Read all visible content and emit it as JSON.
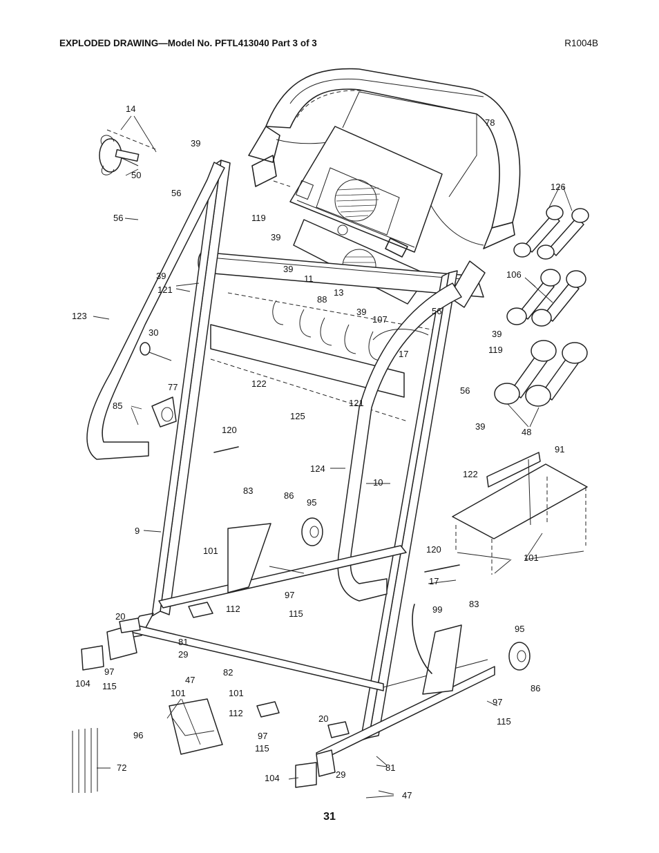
{
  "header": {
    "title": "EXPLODED DRAWING—Model No. PFTL413040 Part 3 of 3",
    "code": "R1004B"
  },
  "page_number": "31",
  "callouts": [
    {
      "id": "c14a",
      "label": "14"
    },
    {
      "id": "c50",
      "label": "50"
    },
    {
      "id": "c39a",
      "label": "39"
    },
    {
      "id": "c56a",
      "label": "56"
    },
    {
      "id": "c56b",
      "label": "56"
    },
    {
      "id": "c119a",
      "label": "119"
    },
    {
      "id": "c39b",
      "label": "39"
    },
    {
      "id": "c39c",
      "label": "39"
    },
    {
      "id": "c11",
      "label": "11"
    },
    {
      "id": "c13",
      "label": "13"
    },
    {
      "id": "c39d",
      "label": "39"
    },
    {
      "id": "c121a",
      "label": "121"
    },
    {
      "id": "c88",
      "label": "88"
    },
    {
      "id": "c39e",
      "label": "39"
    },
    {
      "id": "c107",
      "label": "107"
    },
    {
      "id": "c56c",
      "label": "56"
    },
    {
      "id": "c39f",
      "label": "39"
    },
    {
      "id": "c17a",
      "label": "17"
    },
    {
      "id": "c119b",
      "label": "119"
    },
    {
      "id": "c78",
      "label": "78"
    },
    {
      "id": "c126",
      "label": "126"
    },
    {
      "id": "c106",
      "label": "106"
    },
    {
      "id": "c48",
      "label": "48"
    },
    {
      "id": "c123",
      "label": "123"
    },
    {
      "id": "c30",
      "label": "30"
    },
    {
      "id": "c77",
      "label": "77"
    },
    {
      "id": "c85",
      "label": "85"
    },
    {
      "id": "c122a",
      "label": "122"
    },
    {
      "id": "c125",
      "label": "125"
    },
    {
      "id": "c121b",
      "label": "121"
    },
    {
      "id": "c56d",
      "label": "56"
    },
    {
      "id": "c39g",
      "label": "39"
    },
    {
      "id": "c120a",
      "label": "120"
    },
    {
      "id": "c124",
      "label": "124"
    },
    {
      "id": "c10",
      "label": "10"
    },
    {
      "id": "c122b",
      "label": "122"
    },
    {
      "id": "c91",
      "label": "91"
    },
    {
      "id": "c83a",
      "label": "83"
    },
    {
      "id": "c86a",
      "label": "86"
    },
    {
      "id": "c95a",
      "label": "95"
    },
    {
      "id": "c9",
      "label": "9"
    },
    {
      "id": "c101a",
      "label": "101"
    },
    {
      "id": "c97a",
      "label": "97"
    },
    {
      "id": "c112a",
      "label": "112"
    },
    {
      "id": "c115a",
      "label": "115"
    },
    {
      "id": "c120b",
      "label": "120"
    },
    {
      "id": "c17b",
      "label": "17"
    },
    {
      "id": "c99",
      "label": "99"
    },
    {
      "id": "c83b",
      "label": "83"
    },
    {
      "id": "c101b",
      "label": "101"
    },
    {
      "id": "c20a",
      "label": "20"
    },
    {
      "id": "c81a",
      "label": "81"
    },
    {
      "id": "c29a",
      "label": "29"
    },
    {
      "id": "c97b",
      "label": "97"
    },
    {
      "id": "c104a",
      "label": "104"
    },
    {
      "id": "c115b",
      "label": "115"
    },
    {
      "id": "c47a",
      "label": "47"
    },
    {
      "id": "c82",
      "label": "82"
    },
    {
      "id": "c95b",
      "label": "95"
    },
    {
      "id": "c86b",
      "label": "86"
    },
    {
      "id": "c101c",
      "label": "101"
    },
    {
      "id": "c101d",
      "label": "101"
    },
    {
      "id": "c96",
      "label": "96"
    },
    {
      "id": "c112b",
      "label": "112"
    },
    {
      "id": "c97c",
      "label": "97"
    },
    {
      "id": "c115c",
      "label": "115"
    },
    {
      "id": "c20b",
      "label": "20"
    },
    {
      "id": "c97d",
      "label": "97"
    },
    {
      "id": "c115d",
      "label": "115"
    },
    {
      "id": "c72",
      "label": "72"
    },
    {
      "id": "c104b",
      "label": "104"
    },
    {
      "id": "c29b",
      "label": "29"
    },
    {
      "id": "c81b",
      "label": "81"
    },
    {
      "id": "c47b",
      "label": "47"
    }
  ]
}
